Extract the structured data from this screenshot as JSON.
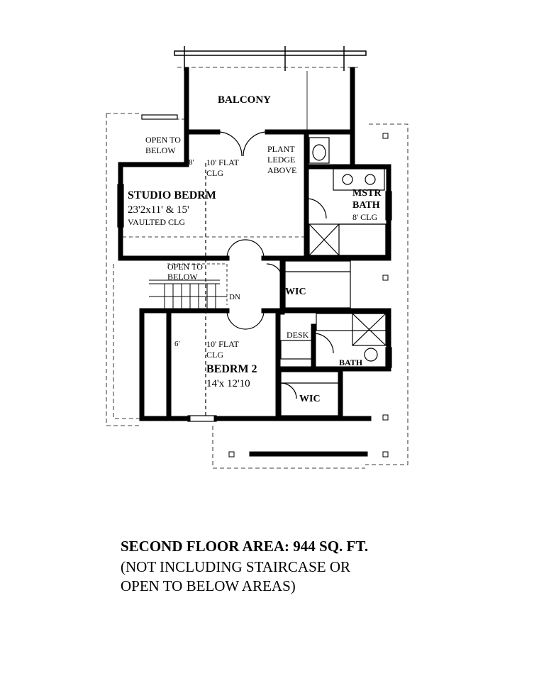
{
  "plan": {
    "balcony": "BALCONY",
    "open_to_below_top": [
      "OPEN TO",
      "BELOW"
    ],
    "ceiling_8": "8'",
    "flat_clg_studio": [
      "10' FLAT",
      "CLG"
    ],
    "plant_ledge": [
      "PLANT",
      "LEDGE",
      "ABOVE"
    ],
    "studio_name": "STUDIO BEDRM",
    "studio_dims": "23'2x11' & 15'",
    "studio_clg": "VAULTED CLG",
    "mstr_bath": [
      "MSTR",
      "BATH"
    ],
    "mstr_clg": "8' CLG",
    "open_to_below_stair": [
      "OPEN TO",
      "BELOW"
    ],
    "dn": "DN",
    "wic_upper": "WIC",
    "desk": "DESK",
    "bath": "BATH",
    "ceiling_6": "6'",
    "flat_clg_bedrm2": [
      "10' FLAT",
      "CLG"
    ],
    "bedrm2_name": "BEDRM 2",
    "bedrm2_dims": "14'x 12'10",
    "wic_lower": "WIC"
  },
  "caption": {
    "area": "SECOND FLOOR AREA: 944 SQ. FT.",
    "note_line1": "(NOT INCLUDING STAIRCASE OR",
    "note_line2": "OPEN TO BELOW AREAS)"
  }
}
